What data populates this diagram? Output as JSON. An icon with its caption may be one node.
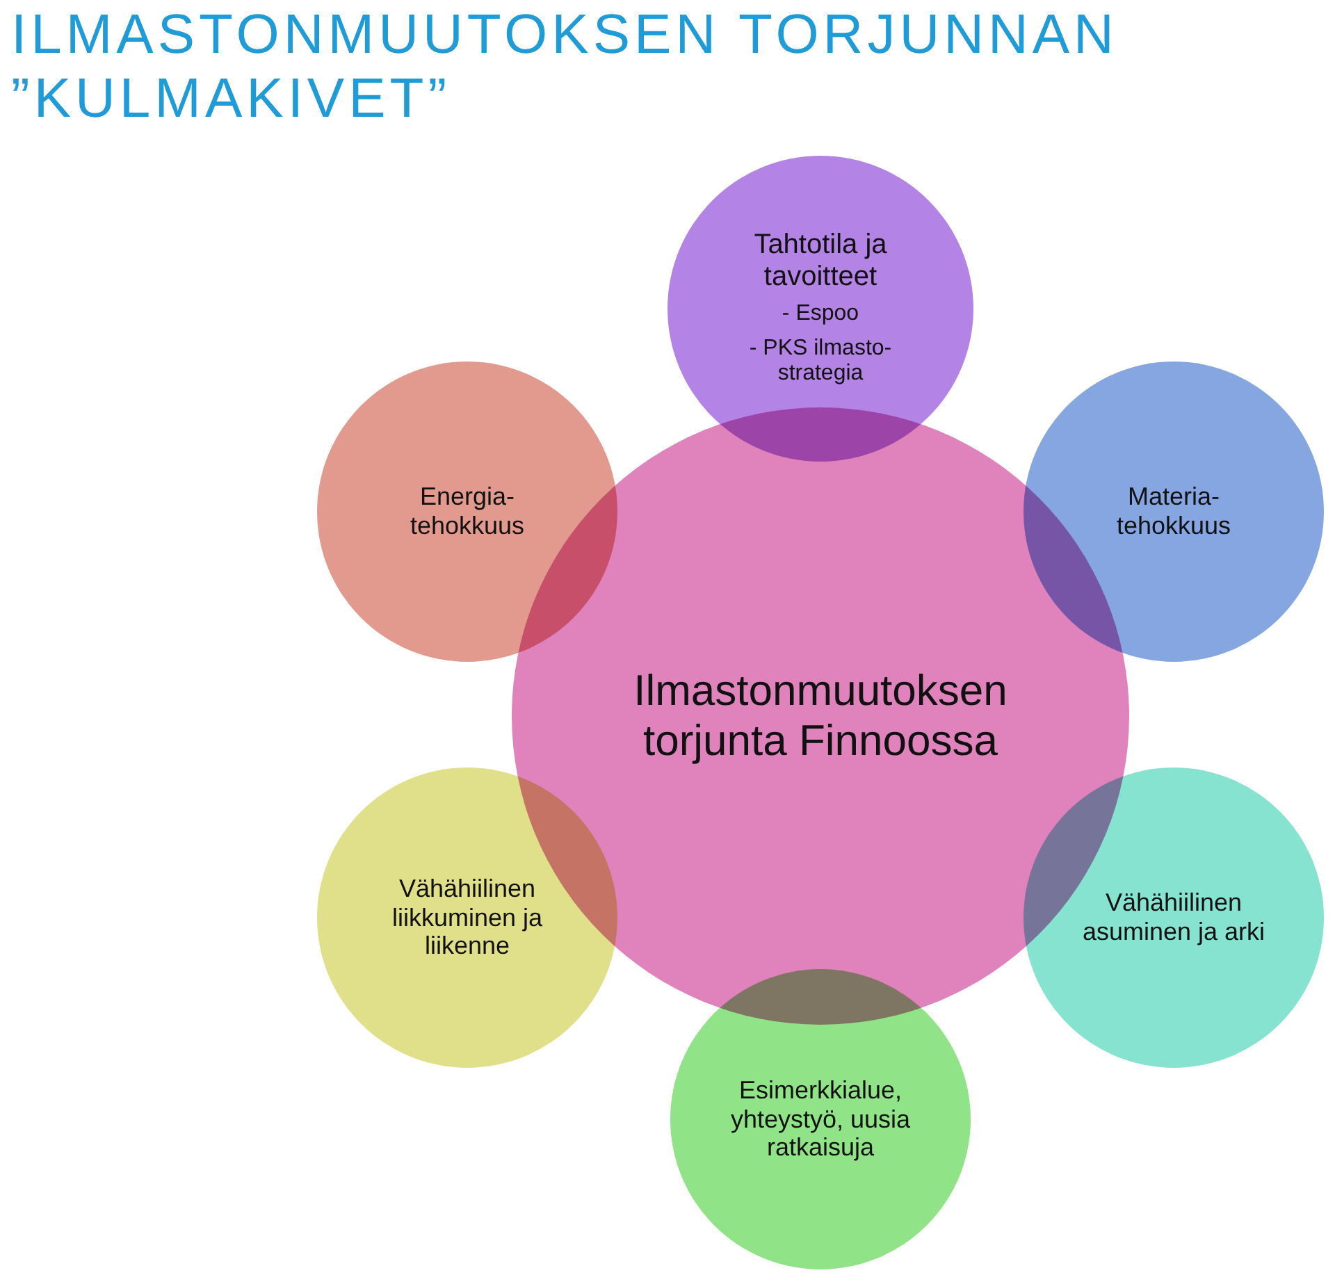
{
  "diagram": {
    "title": "ILMASTONMUUTOKSEN TORJUNNAN ”KULMAKIVET”",
    "nodes": [
      {
        "text": [
          "Tahtotila ja tavoitteet",
          "- Espoo",
          "- PKS ilmasto-strategia"
        ]
      },
      {
        "text": [
          "Energia-tehokkuus"
        ]
      },
      {
        "text": [
          "Materia-tehokkuus"
        ]
      },
      {
        "text": [
          "Ilmastonmuutoksen torjunta Finnoossa"
        ]
      },
      {
        "text": [
          "Vähähiilinen liikkuminen ja liikenne"
        ]
      },
      {
        "text": [
          "Vähähiilinen asuminen ja arki"
        ]
      },
      {
        "text": [
          "Esimerkkialue, yhteystyö, uusia ratkaisuja"
        ]
      }
    ],
    "edges": []
  }
}
